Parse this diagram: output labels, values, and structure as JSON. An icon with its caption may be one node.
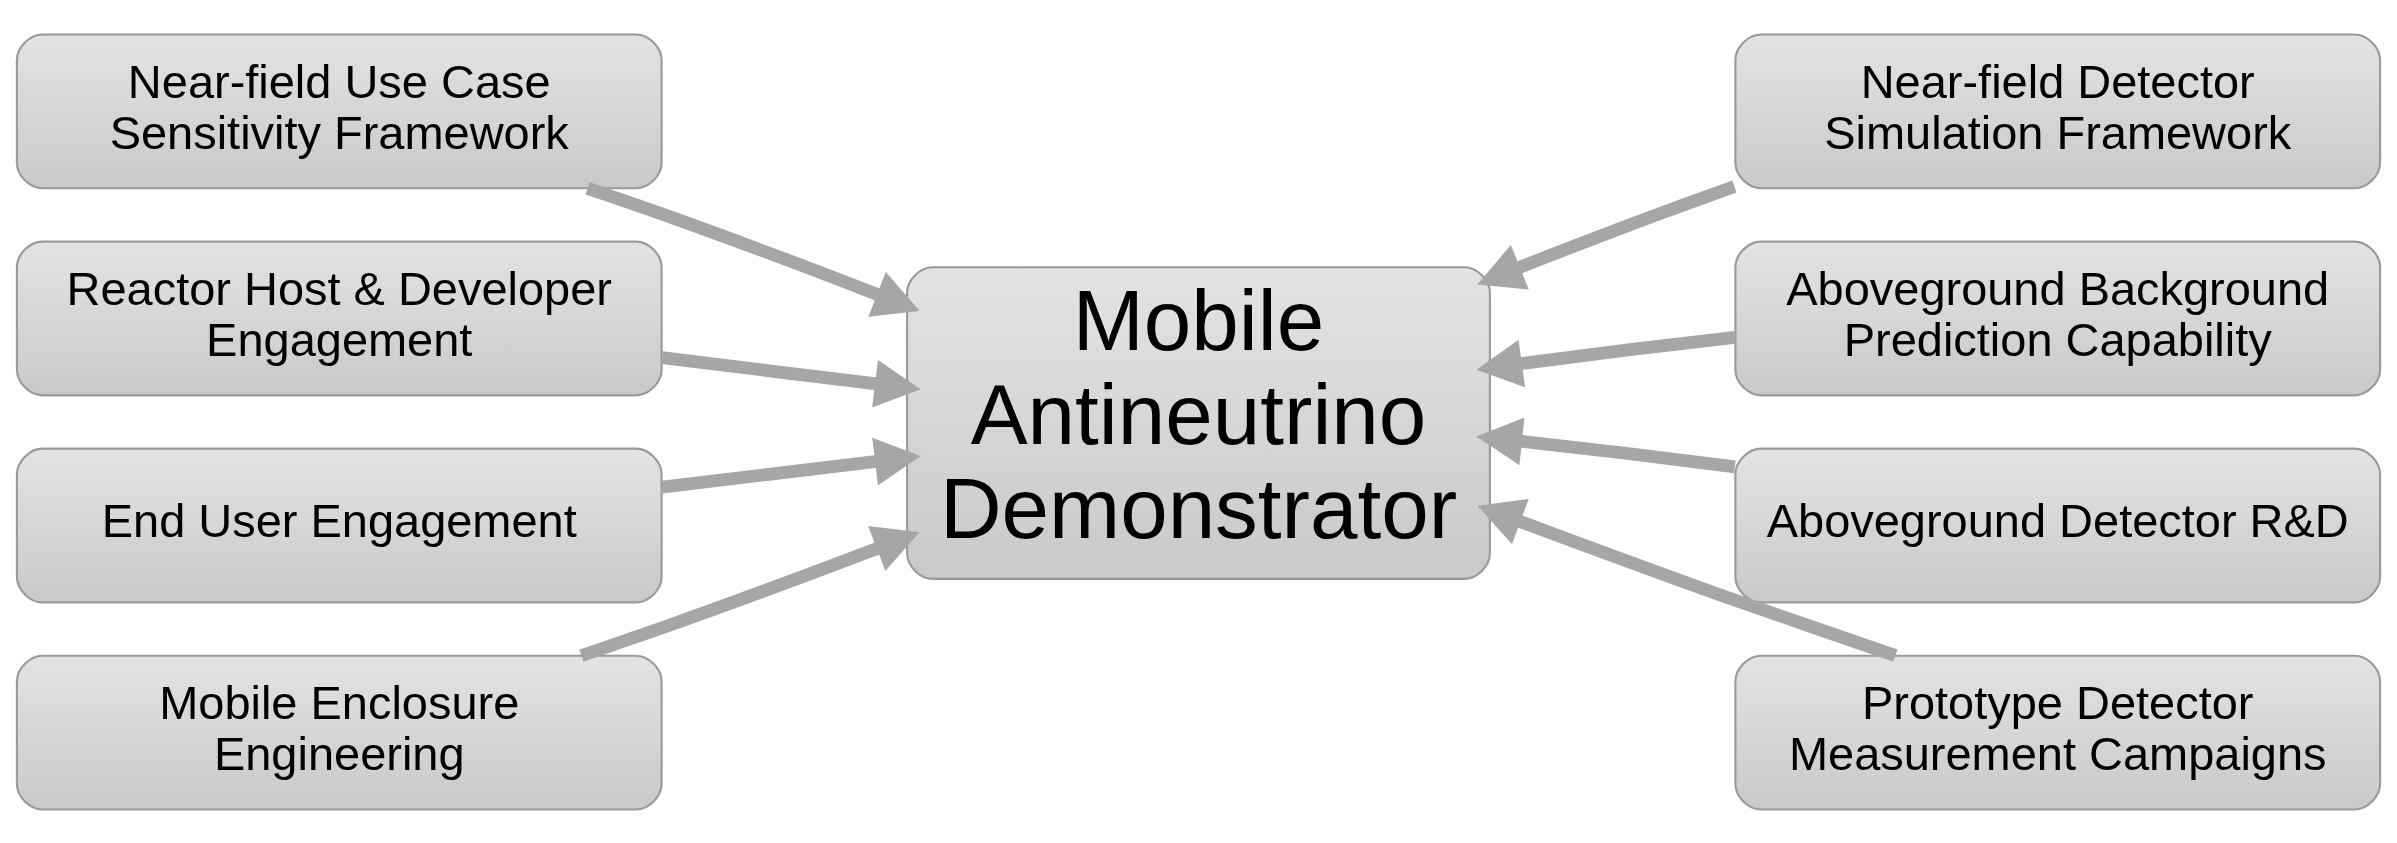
{
  "diagram": {
    "nodes": [
      {
        "text": [
          "Near-field Use Case Sensitivity Framework"
        ]
      },
      {
        "text": [
          "Reactor Host & Developer Engagement"
        ]
      },
      {
        "text": [
          "End User Engagement"
        ]
      },
      {
        "text": [
          "Mobile Enclosure Engineering"
        ]
      },
      {
        "text": [
          "Mobile Antineutrino Demonstrator"
        ]
      },
      {
        "text": [
          "Near-field Detector Simulation Framework"
        ]
      },
      {
        "text": [
          "Aboveground Background Prediction Capability"
        ]
      },
      {
        "text": [
          "Aboveground Detector R&D"
        ]
      },
      {
        "text": [
          "Prototype Detector Measurement Campaigns"
        ]
      }
    ],
    "edges": [
      {
        "from": 0,
        "to": 4,
        "arrow": "to"
      },
      {
        "from": 1,
        "to": 4,
        "arrow": "to"
      },
      {
        "from": 2,
        "to": 4,
        "arrow": "to"
      },
      {
        "from": 3,
        "to": 4,
        "arrow": "to"
      },
      {
        "from": 5,
        "to": 4,
        "arrow": "to"
      },
      {
        "from": 6,
        "to": 4,
        "arrow": "to"
      },
      {
        "from": 7,
        "to": 4,
        "arrow": "to"
      },
      {
        "from": 8,
        "to": 4,
        "arrow": "to"
      }
    ]
  }
}
